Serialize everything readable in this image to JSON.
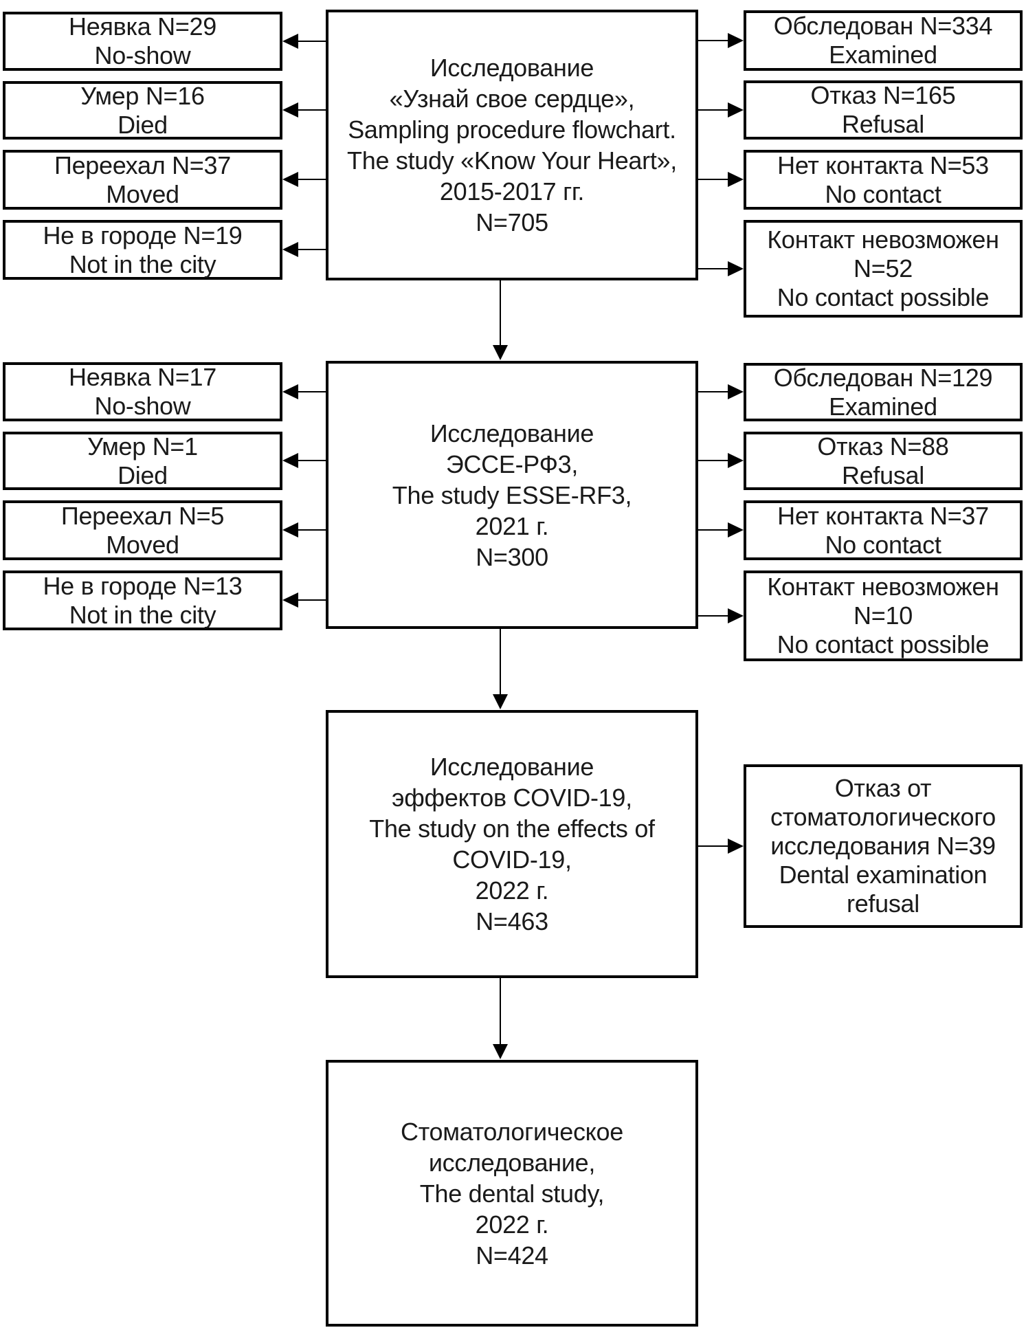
{
  "flowchart": {
    "colors": {
      "border": "#000000",
      "text": "#1a1a1a",
      "background": "#ffffff"
    },
    "stages": [
      {
        "main": {
          "text": "Исследование\n«Узнай свое сердце»,\nSampling procedure flowchart.\nThe study «Know Your Heart»,\n2015-2017 гг.\nN=705"
        },
        "left": [
          {
            "text": "Неявка N=29\nNo-show"
          },
          {
            "text": "Умер N=16\nDied"
          },
          {
            "text": "Переехал N=37\nMoved"
          },
          {
            "text": "Не в городе N=19\nNot in the city"
          }
        ],
        "right": [
          {
            "text": "Обследован N=334\nExamined"
          },
          {
            "text": "Отказ N=165\nRefusal"
          },
          {
            "text": "Нет контакта N=53\nNo contact"
          },
          {
            "text": "Контакт невозможен\nN=52\nNo contact possible"
          }
        ]
      },
      {
        "main": {
          "text": "Исследование\nЭССЕ-РФ3,\nThe study ESSE-RF3,\n2021 г.\nN=300"
        },
        "left": [
          {
            "text": "Неявка N=17\nNo-show"
          },
          {
            "text": "Умер N=1\nDied"
          },
          {
            "text": "Переехал N=5\nMoved"
          },
          {
            "text": "Не в городе N=13\nNot in the city"
          }
        ],
        "right": [
          {
            "text": "Обследован N=129\nExamined"
          },
          {
            "text": "Отказ N=88\nRefusal"
          },
          {
            "text": "Нет контакта N=37\nNo contact"
          },
          {
            "text": "Контакт невозможен\nN=10\nNo contact possible"
          }
        ]
      },
      {
        "main": {
          "text": "Исследование\nэффектов COVID-19,\nThe study on the effects of\nCOVID-19,\n2022 г.\nN=463"
        },
        "right": [
          {
            "text": "Отказ от\nстоматологического\nисследования N=39\nDental examination\nrefusal"
          }
        ]
      },
      {
        "main": {
          "text": "Стоматологическое\nисследование,\nThe dental study,\n2022 г.\nN=424"
        }
      }
    ]
  }
}
